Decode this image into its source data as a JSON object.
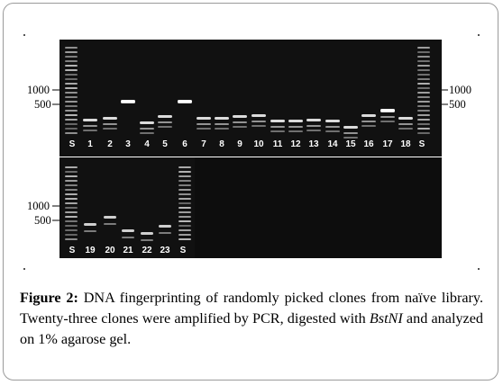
{
  "figure": {
    "caption_label": "Figure 2:",
    "caption_text": " DNA fingerprinting of randomly picked clones from naïve library. Twenty-three clones were amplified by PCR, digested with ",
    "enzyme": "BstNI",
    "caption_tail": " and analyzed on 1% agarose gel."
  },
  "gel": {
    "markers": {
      "top_left_1000": "1000",
      "top_left_500": "500",
      "top_right_1000": "1000",
      "top_right_500": "500",
      "bottom_left_1000": "1000",
      "bottom_left_500": "500"
    },
    "top_lanes": [
      "S",
      "1",
      "2",
      "3",
      "4",
      "5",
      "6",
      "7",
      "8",
      "9",
      "10",
      "11",
      "12",
      "13",
      "14",
      "15",
      "16",
      "17",
      "18",
      "S"
    ],
    "bottom_lanes": [
      "S",
      "19",
      "20",
      "21",
      "22",
      "23",
      "S"
    ]
  }
}
